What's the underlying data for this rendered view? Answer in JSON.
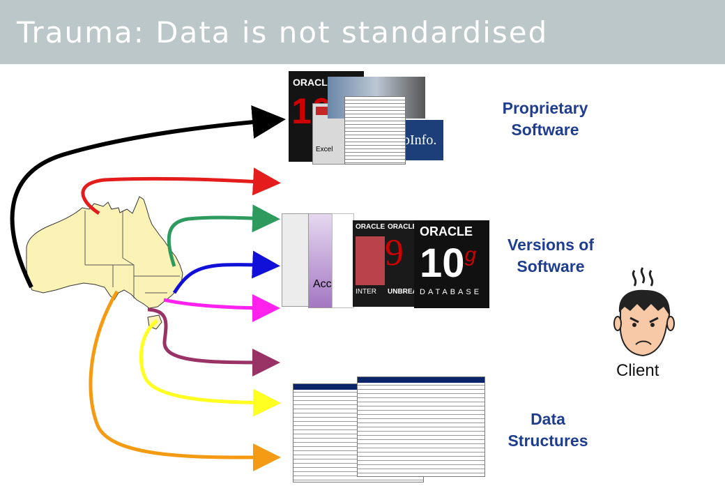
{
  "title": "Trauma: Data is not standardised",
  "labels": {
    "proprietary_line1": "Proprietary",
    "proprietary_line2": "Software",
    "versions_line1": "Versions of",
    "versions_line2": "Software",
    "structures_line1": "Data",
    "structures_line2": "Structures",
    "client": "Client"
  },
  "product_text": {
    "oracle_brand": "ORACLE",
    "oracle_10g_number": "10",
    "oracle_10g_letter": "g",
    "oracle_database": "DATABASE",
    "oracle_9": "9",
    "oracle_9i_inter": "INTER",
    "oracle_9i_unbrea": "UNBREA",
    "access_label": "Acce",
    "mapinfo": "pInfo.",
    "excel": "Excel"
  },
  "colors": {
    "header_bg": "#bcc7c9",
    "label_blue": "#1f3d8f",
    "map_fill": "#fbf3b5",
    "arrows": [
      "#000000",
      "#e51c1c",
      "#2e9a5e",
      "#1010d8",
      "#ff22ee",
      "#993366",
      "#ffff22",
      "#f59b13"
    ]
  }
}
